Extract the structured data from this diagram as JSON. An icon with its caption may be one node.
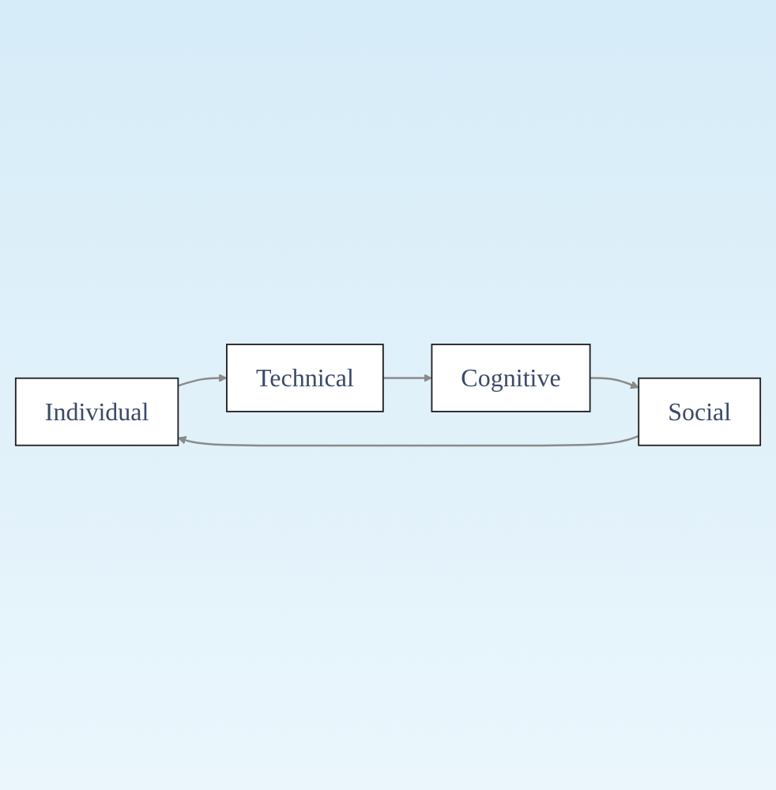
{
  "diagram": {
    "nodes": [
      {
        "text": [
          "Individual"
        ]
      },
      {
        "text": [
          "Technical"
        ]
      },
      {
        "text": [
          "Cognitive"
        ]
      },
      {
        "text": [
          "Social"
        ]
      }
    ],
    "edges": [
      {
        "from": 0,
        "to": 1,
        "arrow": "to"
      },
      {
        "from": 1,
        "to": 2,
        "arrow": "to"
      },
      {
        "from": 2,
        "to": 3,
        "arrow": "to"
      },
      {
        "from": 3,
        "to": 0,
        "arrow": "to"
      }
    ]
  }
}
